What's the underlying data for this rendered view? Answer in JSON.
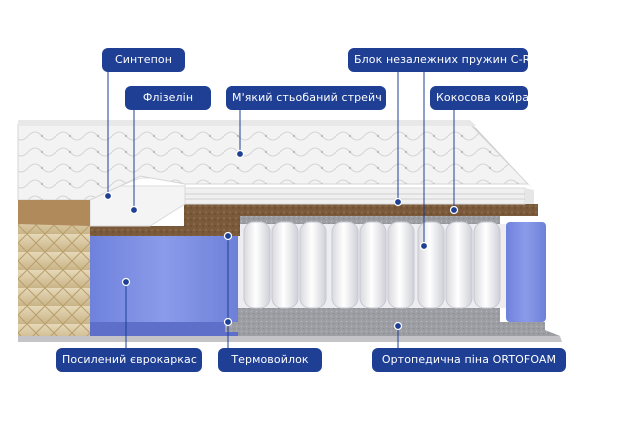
{
  "labels": {
    "sintepon": "Синтепон",
    "flizelin": "Флізелін",
    "stretch": "М'який стьобаний стрейч",
    "springs": "Блок незалежних пружин C-Rich",
    "coir": "Кокосова койра",
    "frame": "Посилений єврокаркас",
    "felt": "Термовойлок",
    "ortho": "Ортопедична піна ORTOFOAM"
  },
  "colors": {
    "label_bg": "#1f3f94",
    "label_text": "#ffffff",
    "leader": "#1f3f94",
    "frame_foam": "#7c8de0",
    "coir": "#7a5a3a",
    "felt": "#9a9aa0",
    "quilt": "#f2f2f2",
    "side_tape": "#d8c7a3"
  }
}
